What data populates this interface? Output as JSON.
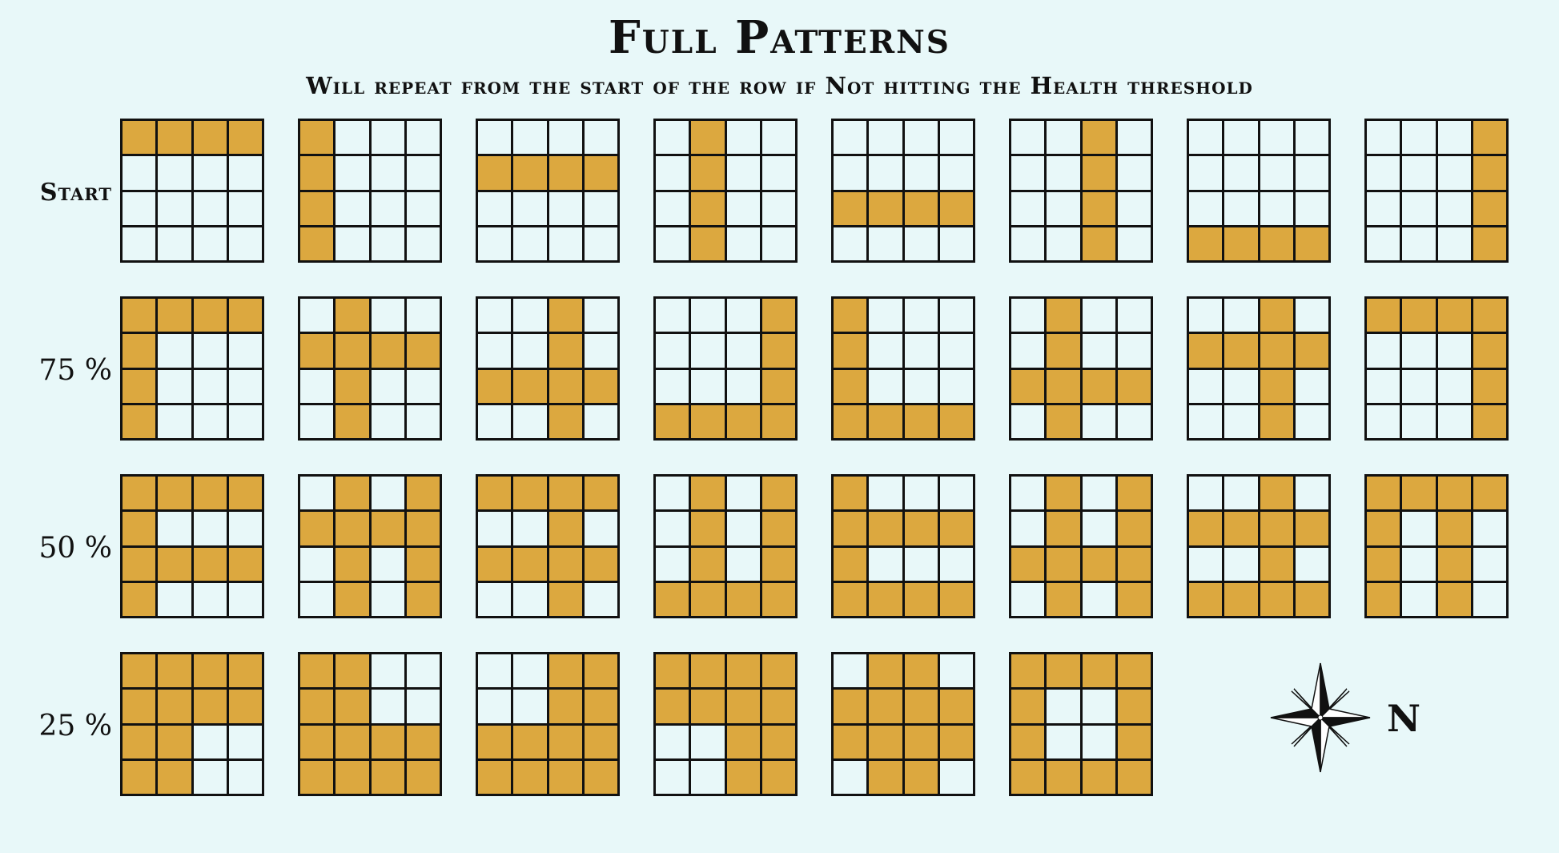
{
  "title": "Full Patterns",
  "subtitle": "Will repeat from the start of the row if Not hitting the Health threshold",
  "rows": [
    {
      "label": "Start",
      "patterns": [
        [
          "1111",
          "0000",
          "0000",
          "0000"
        ],
        [
          "1000",
          "1000",
          "1000",
          "1000"
        ],
        [
          "0000",
          "1111",
          "0000",
          "0000"
        ],
        [
          "0100",
          "0100",
          "0100",
          "0100"
        ],
        [
          "0000",
          "0000",
          "1111",
          "0000"
        ],
        [
          "0010",
          "0010",
          "0010",
          "0010"
        ],
        [
          "0000",
          "0000",
          "0000",
          "1111"
        ],
        [
          "0001",
          "0001",
          "0001",
          "0001"
        ]
      ]
    },
    {
      "label": "75 %",
      "patterns": [
        [
          "1111",
          "1000",
          "1000",
          "1000"
        ],
        [
          "0100",
          "1111",
          "0100",
          "0100"
        ],
        [
          "0010",
          "0010",
          "1111",
          "0010"
        ],
        [
          "0001",
          "0001",
          "0001",
          "1111"
        ],
        [
          "1000",
          "1000",
          "1000",
          "1111"
        ],
        [
          "0100",
          "0100",
          "1111",
          "0100"
        ],
        [
          "0010",
          "1111",
          "0010",
          "0010"
        ],
        [
          "1111",
          "0001",
          "0001",
          "0001"
        ]
      ]
    },
    {
      "label": "50 %",
      "patterns": [
        [
          "1111",
          "1000",
          "1111",
          "1000"
        ],
        [
          "0101",
          "1111",
          "0101",
          "0101"
        ],
        [
          "1111",
          "0010",
          "1111",
          "0010"
        ],
        [
          "0101",
          "0101",
          "0101",
          "1111"
        ],
        [
          "1000",
          "1111",
          "1000",
          "1111"
        ],
        [
          "0101",
          "0101",
          "1111",
          "0101"
        ],
        [
          "0010",
          "1111",
          "0010",
          "1111"
        ],
        [
          "1111",
          "1010",
          "1010",
          "1010"
        ]
      ]
    },
    {
      "label": "25 %",
      "patterns": [
        [
          "1111",
          "1111",
          "1100",
          "1100"
        ],
        [
          "1100",
          "1100",
          "1111",
          "1111"
        ],
        [
          "0011",
          "0011",
          "1111",
          "1111"
        ],
        [
          "1111",
          "1111",
          "0011",
          "0011"
        ],
        [
          "0110",
          "1111",
          "1111",
          "0110"
        ],
        [
          "1111",
          "1001",
          "1001",
          "1111"
        ]
      ]
    }
  ],
  "compass": {
    "icon": "compass-rose-icon",
    "label": "N"
  },
  "colors": {
    "on": "#dca83f",
    "off": "#e8f8f9",
    "line": "#111111",
    "background": "#e8f8f9"
  }
}
